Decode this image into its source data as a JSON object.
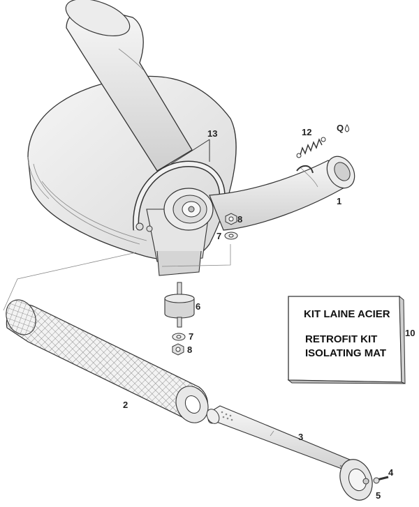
{
  "callouts": {
    "c1": "1",
    "c2": "2",
    "c3": "3",
    "c4": "4",
    "c5": "5",
    "c6": "6",
    "c7a": "7",
    "c7b": "7",
    "c8a": "8",
    "c8b": "8",
    "c10": "10",
    "c12": "12",
    "c13": "13",
    "cQ": "Q"
  },
  "kit_box": {
    "line1": "KIT LAINE ACIER",
    "line2": "RETROFIT KIT",
    "line3": "ISOLATING MAT"
  }
}
